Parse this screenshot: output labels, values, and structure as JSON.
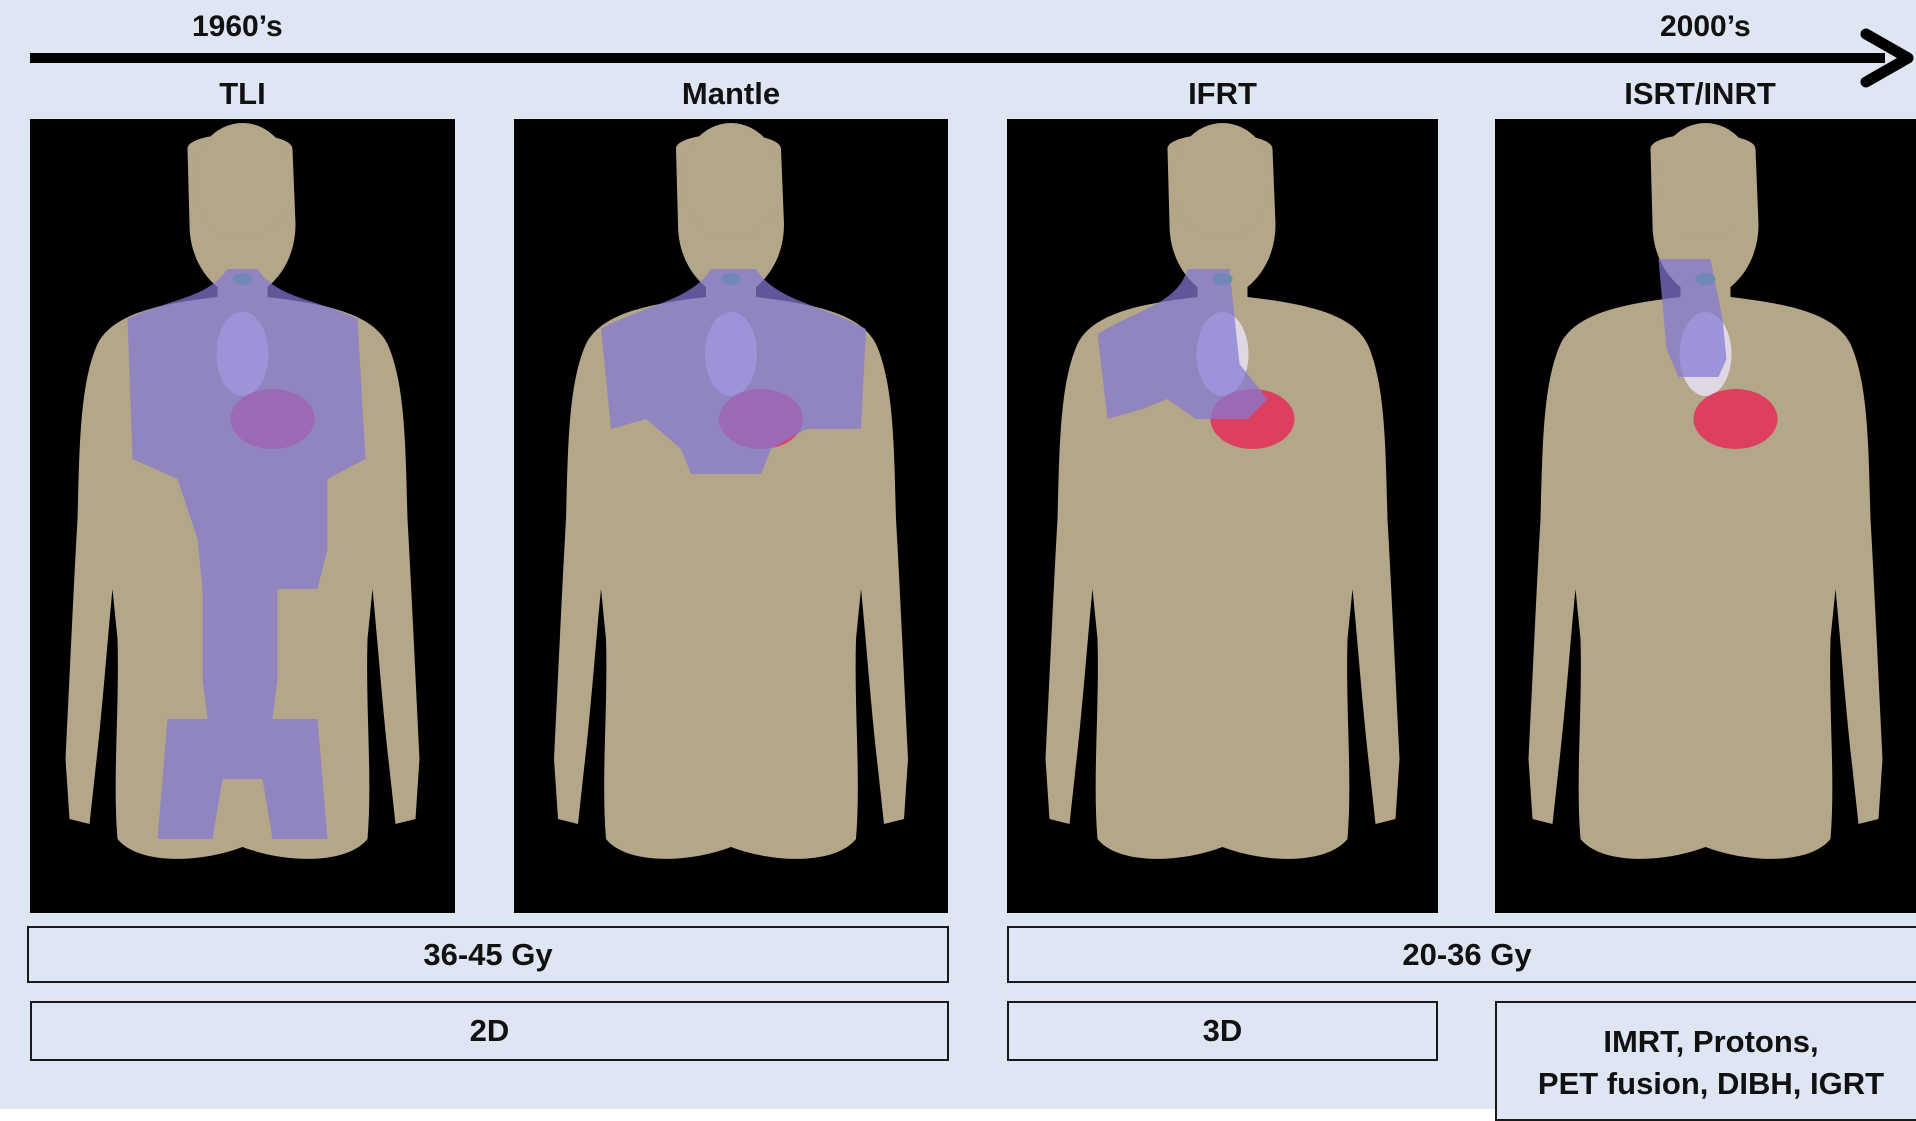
{
  "timeline": {
    "start_label": "1960’s",
    "end_label": "2000’s"
  },
  "panels": [
    {
      "title": "TLI",
      "field": "tli"
    },
    {
      "title": "Mantle",
      "field": "mantle"
    },
    {
      "title": "IFRT",
      "field": "ifrt"
    },
    {
      "title": "ISRT/INRT",
      "field": "isrt"
    }
  ],
  "dose_boxes": [
    "36-45 Gy",
    "20-36 Gy"
  ],
  "technique_boxes": [
    "2D",
    "3D"
  ],
  "modern_technique": {
    "line1": "IMRT, Protons,",
    "line2": "PET fusion, DIBH, IGRT"
  },
  "colors": {
    "background": "#dde6f2",
    "skin": "#b3a689",
    "field": "#8378d6",
    "heart": "#e0355a",
    "airway": "#e6e0f2",
    "thyroid": "#3fae6a"
  }
}
